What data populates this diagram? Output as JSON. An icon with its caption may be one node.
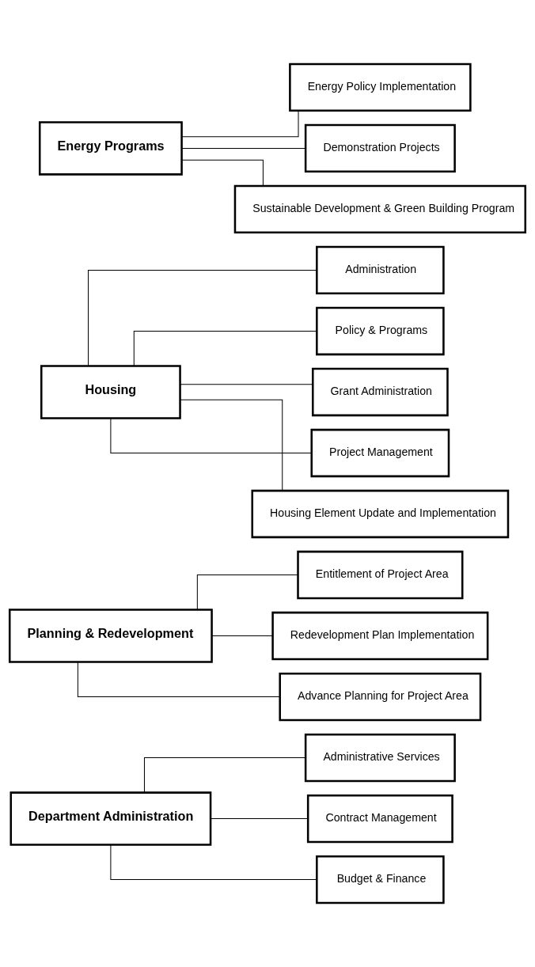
{
  "diagram": {
    "nodes": [
      {
        "text": [
          "Department Administration"
        ]
      },
      {
        "text": [
          "Administrative Services"
        ]
      },
      {
        "text": [
          "Contract Management"
        ]
      },
      {
        "text": [
          "Budget & Finance"
        ]
      },
      {
        "text": [
          "Planning & Redevelopment"
        ]
      },
      {
        "text": [
          "Entitlement of Project Area"
        ]
      },
      {
        "text": [
          "Redevelopment Plan Implementation"
        ]
      },
      {
        "text": [
          "Advance Planning for Project Area"
        ]
      },
      {
        "text": [
          "Housing"
        ]
      },
      {
        "text": [
          "Administration"
        ]
      },
      {
        "text": [
          "Policy & Programs"
        ]
      },
      {
        "text": [
          "Grant Administration"
        ]
      },
      {
        "text": [
          "Project Management"
        ]
      },
      {
        "text": [
          "Housing Element Update and Implementation"
        ]
      },
      {
        "text": [
          "Energy Programs"
        ]
      },
      {
        "text": [
          "Energy Policy Implementation"
        ]
      },
      {
        "text": [
          "Demonstration Projects"
        ]
      },
      {
        "text": [
          "Sustainable Development & Green Building Program"
        ]
      }
    ],
    "edges": [
      {
        "from": 0,
        "to": 1,
        "arrow": "none"
      },
      {
        "from": 0,
        "to": 2,
        "arrow": "none"
      },
      {
        "from": 0,
        "to": 3,
        "arrow": "none"
      },
      {
        "from": 4,
        "to": 5,
        "arrow": "none"
      },
      {
        "from": 4,
        "to": 6,
        "arrow": "none"
      },
      {
        "from": 4,
        "to": 7,
        "arrow": "none"
      },
      {
        "from": 8,
        "to": 9,
        "arrow": "none"
      },
      {
        "from": 8,
        "to": 10,
        "arrow": "none"
      },
      {
        "from": 8,
        "to": 11,
        "arrow": "none"
      },
      {
        "from": 8,
        "to": 12,
        "arrow": "none"
      },
      {
        "from": 8,
        "to": 13,
        "arrow": "none"
      },
      {
        "from": 14,
        "to": 15,
        "arrow": "none"
      },
      {
        "from": 14,
        "to": 16,
        "arrow": "none"
      },
      {
        "from": 14,
        "to": 17,
        "arrow": "none"
      }
    ]
  }
}
